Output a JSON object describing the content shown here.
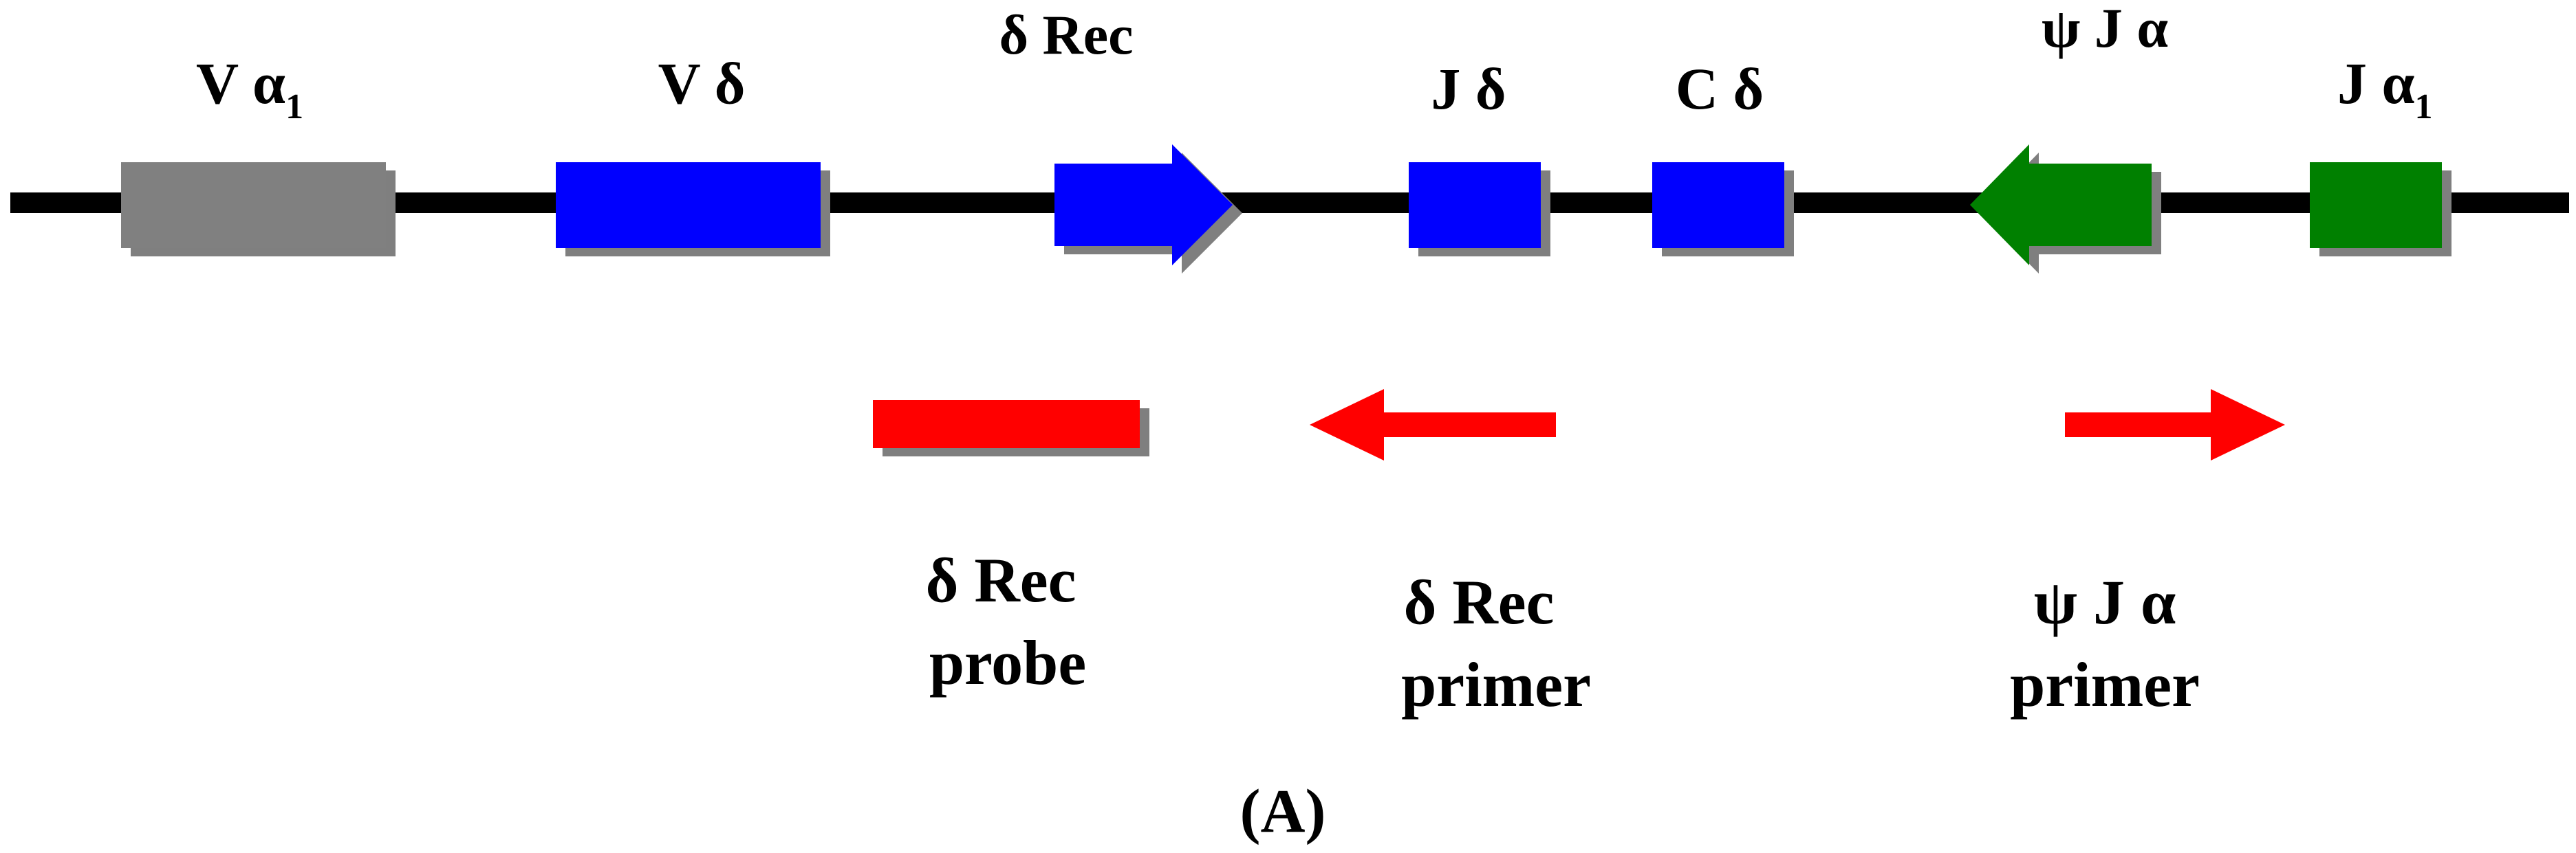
{
  "colors": {
    "backbone": "#000000",
    "v_alpha": "#808080",
    "delta_segments": "#0000ff",
    "alpha_segments": "#008000",
    "primers": "#ff0000",
    "shadow": "#7f7f7f"
  },
  "segments": {
    "v_alpha1": {
      "main": "V α",
      "sub": "1"
    },
    "v_delta": {
      "label": "V δ"
    },
    "delta_rec": {
      "label": "δ Rec"
    },
    "j_delta": {
      "label": "J δ"
    },
    "c_delta": {
      "label": "C δ"
    },
    "psi_j_alpha": {
      "label": "ψ J α"
    },
    "j_alpha1": {
      "main": "J α",
      "sub": "1"
    }
  },
  "primers": {
    "probe": {
      "line1": "δ Rec",
      "line2": "probe"
    },
    "delta_rec_primer": {
      "line1": "δ Rec",
      "line2": "primer"
    },
    "psi_j_alpha_primer": {
      "line1": "ψ J α",
      "line2": "primer"
    }
  },
  "panel_label": "(A)"
}
